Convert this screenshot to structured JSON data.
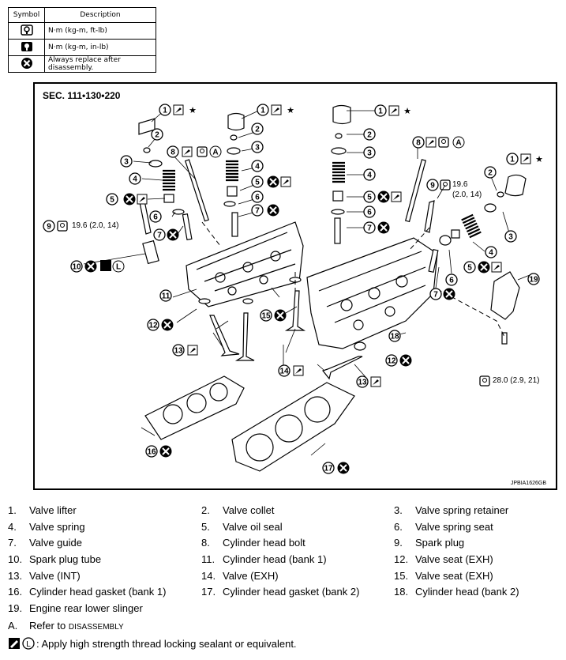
{
  "legend": {
    "headers": {
      "symbol": "Symbol",
      "description": "Description"
    },
    "rows": [
      {
        "icon": "torque-wrench-icon",
        "text": "N·m (kg-m, ft-lb)"
      },
      {
        "icon": "torque-wrench-small-icon",
        "text": "N·m (kg-m, in-lb)"
      },
      {
        "icon": "replace-icon",
        "text": "Always replace after disassembly."
      }
    ]
  },
  "diagram": {
    "section": "SEC. 111•130•220",
    "code": "JPBIA1626GB",
    "torques": [
      {
        "id": "t9a",
        "text": "19.6 (2.0, 14)"
      },
      {
        "id": "t9b_1",
        "text": "19.6"
      },
      {
        "id": "t9b_2",
        "text": "(2.0, 14)"
      },
      {
        "id": "t19",
        "text": "28.0 (2.9, 21)"
      }
    ],
    "callouts": [
      "1",
      "2",
      "3",
      "4",
      "5",
      "6",
      "7",
      "8",
      "9",
      "10",
      "11",
      "12",
      "13",
      "14",
      "15",
      "16",
      "17",
      "18",
      "19"
    ],
    "ref_letters": [
      "A",
      "L"
    ],
    "star": "★"
  },
  "parts": [
    [
      {
        "n": "1.",
        "t": "Valve lifter"
      },
      {
        "n": "2.",
        "t": "Valve collet"
      },
      {
        "n": "3.",
        "t": "Valve spring retainer"
      }
    ],
    [
      {
        "n": "4.",
        "t": "Valve spring"
      },
      {
        "n": "5.",
        "t": "Valve oil seal"
      },
      {
        "n": "6.",
        "t": "Valve spring seat"
      }
    ],
    [
      {
        "n": "7.",
        "t": "Valve guide"
      },
      {
        "n": "8.",
        "t": "Cylinder head bolt"
      },
      {
        "n": "9.",
        "t": "Spark plug"
      }
    ],
    [
      {
        "n": "10.",
        "t": "Spark plug tube"
      },
      {
        "n": "11.",
        "t": "Cylinder head (bank 1)"
      },
      {
        "n": "12.",
        "t": "Valve seat (EXH)"
      }
    ],
    [
      {
        "n": "13.",
        "t": "Valve (INT)"
      },
      {
        "n": "14.",
        "t": "Valve (EXH)"
      },
      {
        "n": "15.",
        "t": "Valve seat (EXH)"
      }
    ],
    [
      {
        "n": "16.",
        "t": "Cylinder head gasket (bank 1)"
      },
      {
        "n": "17.",
        "t": "Cylinder head gasket (bank 2)"
      },
      {
        "n": "18.",
        "t": "Cylinder head (bank 2)"
      }
    ],
    [
      {
        "n": "19.",
        "t": "Engine rear lower slinger"
      }
    ]
  ],
  "ref": {
    "letter": "A.",
    "text": "Refer to",
    "target": "DISASSEMBLY"
  },
  "note": {
    "text": ": Apply high strength thread locking sealant or equivalent."
  }
}
